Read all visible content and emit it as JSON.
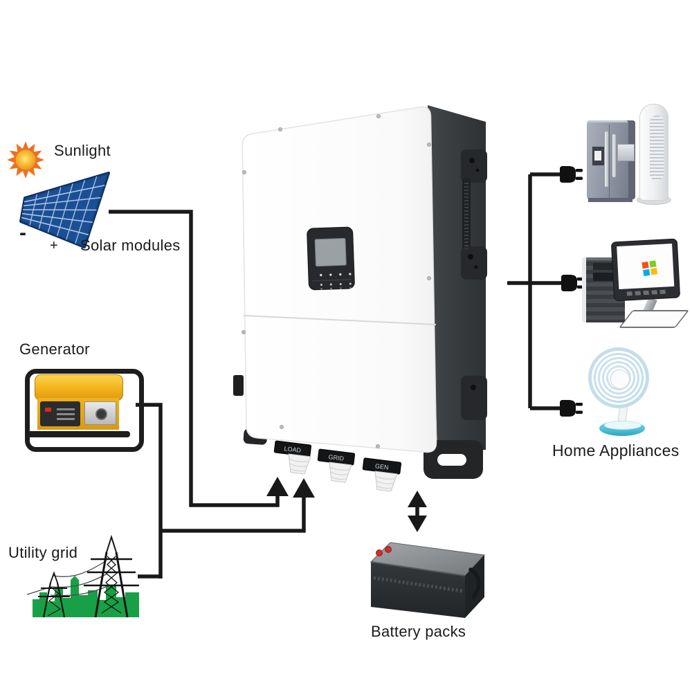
{
  "diagram": {
    "type": "hybrid-solar-inverter-system-connection-diagram",
    "nodes": {
      "sunlight": {
        "label": "Sunlight"
      },
      "solar_modules": {
        "label": "Solar modules",
        "polarity_minus": "-",
        "polarity_plus": "+"
      },
      "generator": {
        "label": "Generator"
      },
      "utility_grid": {
        "label": "Utility grid"
      },
      "inverter": {
        "ports": [
          {
            "label": "LOAD"
          },
          {
            "label": "GRID"
          },
          {
            "label": "GEN"
          }
        ]
      },
      "battery_packs": {
        "label": "Battery packs"
      },
      "home_appliances": {
        "label": "Home Appliances"
      }
    },
    "connections": [
      {
        "from": "solar_modules",
        "to": "inverter",
        "arrow": "into-inverter-bottom"
      },
      {
        "from": "generator",
        "to": "inverter",
        "arrow": "into-inverter-bottom"
      },
      {
        "from": "utility_grid",
        "to": "inverter",
        "arrow": "into-inverter-bottom"
      },
      {
        "from": "inverter",
        "to": "battery_packs",
        "arrow": "bidirectional"
      },
      {
        "from": "inverter",
        "to": "home_appliances",
        "arrow": "plug"
      }
    ],
    "colors": {
      "line": "#191919",
      "sun_orange": "#ec7120",
      "panel_blue": "#1d4f9c",
      "generator_yellow": "#f2b01e",
      "grid_green": "#18a046",
      "fan_base_blue": "#45b9d1",
      "battery_terminal_red": "#c9302c",
      "inverter_face": "#fbfbfb",
      "inverter_side": "#36393c",
      "windows_logo": [
        "#f1511b",
        "#80cc28",
        "#00adef",
        "#fbbc09"
      ]
    }
  }
}
